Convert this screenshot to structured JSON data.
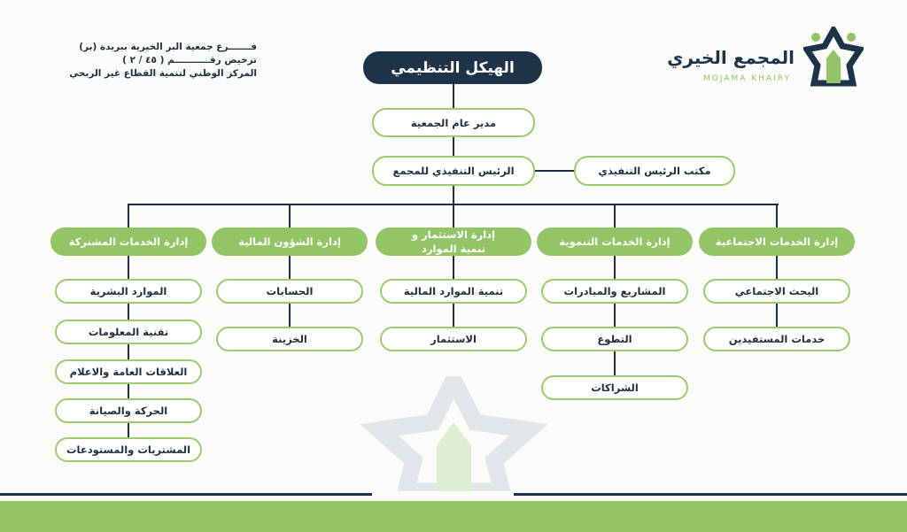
{
  "branch_info": {
    "line1": "فـــــــرع جمعية البر الخيرية ببريدة (بر)",
    "line2": "ترخيص رقـــــــــــم ( ٤٥ / ٢ )",
    "line3": "المركز الوطني لتنمية القطاع غير الربحي"
  },
  "logo": {
    "arabic": "المجمع الخيري",
    "latin": "MOJAMA KHAIRY"
  },
  "title": "الهيكل التنظيمي",
  "general_manager": "مدير عام الجمعية",
  "ceo": "الرئيس التنفيذي للمجمع",
  "ceo_office": "مكتب الرئيس التنفيذي",
  "departments": [
    {
      "name": "إدارة الخدمات الاجتماعية",
      "units": [
        "البحث الاجتماعي",
        "خدمات المستفيدين"
      ]
    },
    {
      "name": "إدارة الخدمات التنموية",
      "units": [
        "المشاريع والمبادرات",
        "التطوع",
        "الشراكات"
      ]
    },
    {
      "name": "إدارة الاستثمار و تنمية الموارد",
      "units": [
        "تنمية الموارد المالية",
        "الاستثمار"
      ]
    },
    {
      "name": "إدارة الشؤون المالية",
      "units": [
        "الحسابات",
        "الخزينة"
      ]
    },
    {
      "name": "إدارة الخدمات المشتركة",
      "units": [
        "الموارد البشرية",
        "تقنية المعلومات",
        "العلاقات العامة والاعلام",
        "الحركة والصيانة",
        "المشتريات والمستودعات"
      ]
    }
  ],
  "colors": {
    "navy": "#1f3348",
    "green": "#93c465",
    "border": "#9bcb6c"
  }
}
